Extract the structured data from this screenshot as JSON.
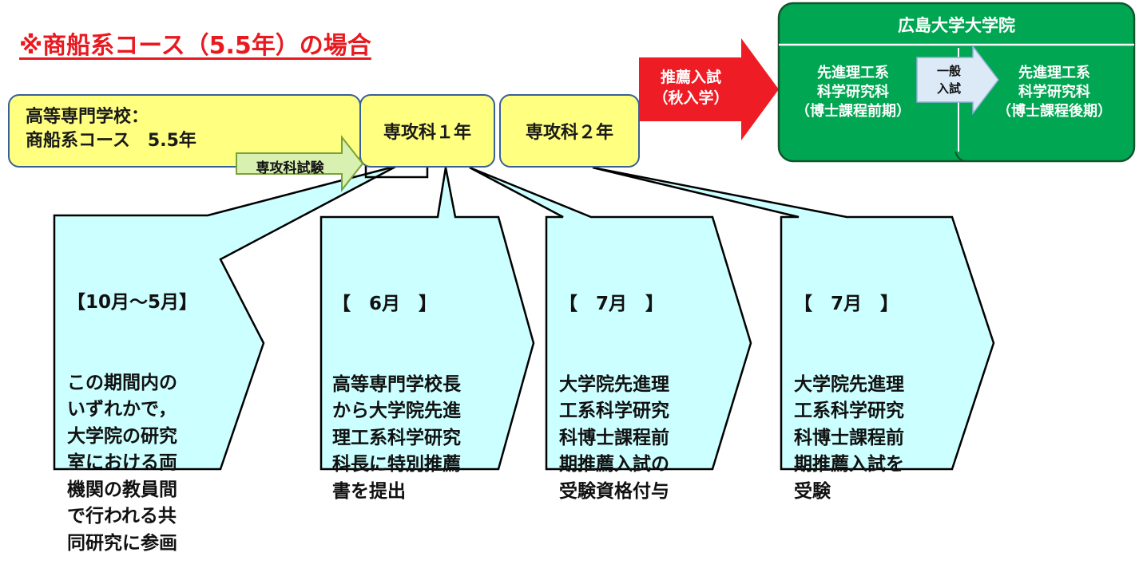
{
  "title": "※商船系コース（5.5年）の場合",
  "stages": {
    "koto": {
      "line1": "高等専門学校：",
      "line2": "商船系コース　5.5年"
    },
    "senkoka_1": "専攻科１年",
    "senkoka_2": "専攻科２年"
  },
  "senkoka_exam": "専攻科試験",
  "suisen_arrow": {
    "line1": "推薦入試",
    "line2": "（秋入学）"
  },
  "graduate_school": {
    "title": "広島大学大学院",
    "master": "先進理工系\n科学研究科\n（博士課程前期）",
    "ippan": "一般\n入試",
    "doctor": "先進理工系\n科学研究科\n（博士課程後期）"
  },
  "callouts": [
    {
      "period": "【10月～5月】",
      "body": "この期間内の\nいずれかで，\n大学院の研究\n室における両\n機関の教員間\nで行われる共\n同研究に参画"
    },
    {
      "period": "【　6月　】",
      "body": "高等専門学校長\nから大学院先進\n理工系科学研究\n科長に特別推薦\n書を提出"
    },
    {
      "period": "【　7月　】",
      "body": "大学院先進理\n工系科学研究\n科博士課程前\n期推薦入試の\n受験資格付与"
    },
    {
      "period": "【　7月　】",
      "body": "大学院先進理\n工系科学研究\n科博士課程前\n期推薦入試を\n受験"
    }
  ],
  "colors": {
    "title_red": "#e8191f",
    "stage_yellow": "#ffff80",
    "stage_border": "#3a5f96",
    "graduate_green": "#00a651",
    "callout_fill": "#ccffff",
    "exam_arrow_green": "#d8f0b0",
    "suisen_arrow_red": "#ee1c25",
    "ippan_arrow": "#dce9f7"
  }
}
